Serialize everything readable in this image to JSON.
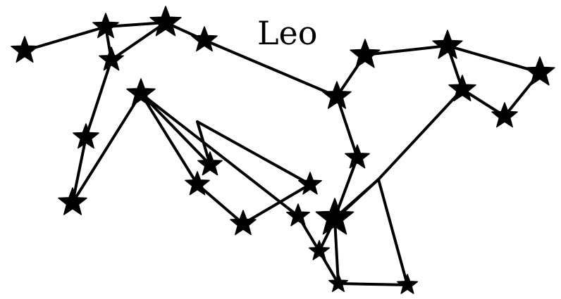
{
  "title": "Leo",
  "colors": {
    "background": "#ffffff",
    "ink": "#000000"
  },
  "stars": [
    {
      "id": "s1"
    },
    {
      "id": "s2"
    },
    {
      "id": "s3"
    },
    {
      "id": "s4"
    },
    {
      "id": "s5"
    },
    {
      "id": "s6"
    },
    {
      "id": "s7"
    },
    {
      "id": "s8"
    },
    {
      "id": "s9"
    },
    {
      "id": "s10"
    },
    {
      "id": "s11"
    },
    {
      "id": "s12"
    },
    {
      "id": "s13"
    },
    {
      "id": "s14"
    },
    {
      "id": "s15"
    },
    {
      "id": "s16"
    },
    {
      "id": "s17"
    },
    {
      "id": "s18"
    },
    {
      "id": "s19"
    },
    {
      "id": "s20"
    },
    {
      "id": "s21"
    },
    {
      "id": "s22"
    },
    {
      "id": "s23"
    },
    {
      "id": "s24"
    },
    {
      "id": "s25"
    },
    {
      "id": "s26"
    },
    {
      "id": "s27"
    }
  ],
  "connections": [
    [
      "s1",
      "s2"
    ],
    [
      "s2",
      "s3"
    ],
    [
      "s3",
      "s4"
    ],
    [
      "s4",
      "s9"
    ],
    [
      "s3",
      "s5"
    ],
    [
      "s2",
      "s5"
    ],
    [
      "s5",
      "s6"
    ],
    [
      "s6",
      "s7"
    ],
    [
      "s7",
      "s8"
    ],
    [
      "s8",
      "s18"
    ],
    [
      "s8",
      "s19"
    ],
    [
      "s19",
      "s20"
    ],
    [
      "s20",
      "s22"
    ],
    [
      "s18",
      "s21"
    ],
    [
      "s21",
      "s22"
    ],
    [
      "s8",
      "s23"
    ],
    [
      "s23",
      "s24"
    ],
    [
      "s24",
      "s25"
    ],
    [
      "s25",
      "s26"
    ],
    [
      "s25",
      "s27"
    ],
    [
      "s24",
      "s27"
    ],
    [
      "s9",
      "s15"
    ],
    [
      "s15",
      "s16"
    ],
    [
      "s16",
      "s17"
    ],
    [
      "s16",
      "s27"
    ],
    [
      "s17",
      "s27"
    ],
    [
      "s17",
      "s26"
    ],
    [
      "s9",
      "s10"
    ],
    [
      "s10",
      "s11"
    ],
    [
      "s11",
      "s12"
    ],
    [
      "s11",
      "s13"
    ],
    [
      "s12",
      "s14"
    ],
    [
      "s13",
      "s14"
    ],
    [
      "s13",
      "s17"
    ]
  ]
}
